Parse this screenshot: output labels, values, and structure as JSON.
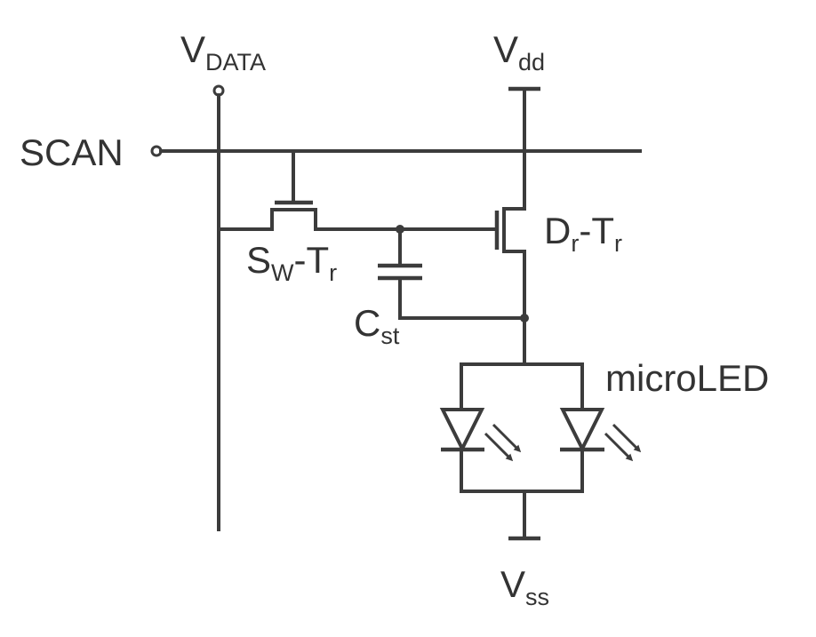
{
  "labels": {
    "vdata": {
      "main": "V",
      "sub": "DATA"
    },
    "vdd": {
      "main": "V",
      "sub": "dd"
    },
    "scan": "SCAN",
    "sw_tr": {
      "main1": "S",
      "sub1": "W",
      "main2": "-T",
      "sub2": "r"
    },
    "dr_tr": {
      "main1": "D",
      "sub1": "r",
      "main2": "-T",
      "sub2": "r"
    },
    "cst": {
      "main": "C",
      "sub": "st"
    },
    "microled": "microLED",
    "vss": {
      "main": "V",
      "sub": "ss"
    }
  },
  "colors": {
    "ink": "#3c3c3c",
    "text": "#333333",
    "background": "#ffffff"
  }
}
